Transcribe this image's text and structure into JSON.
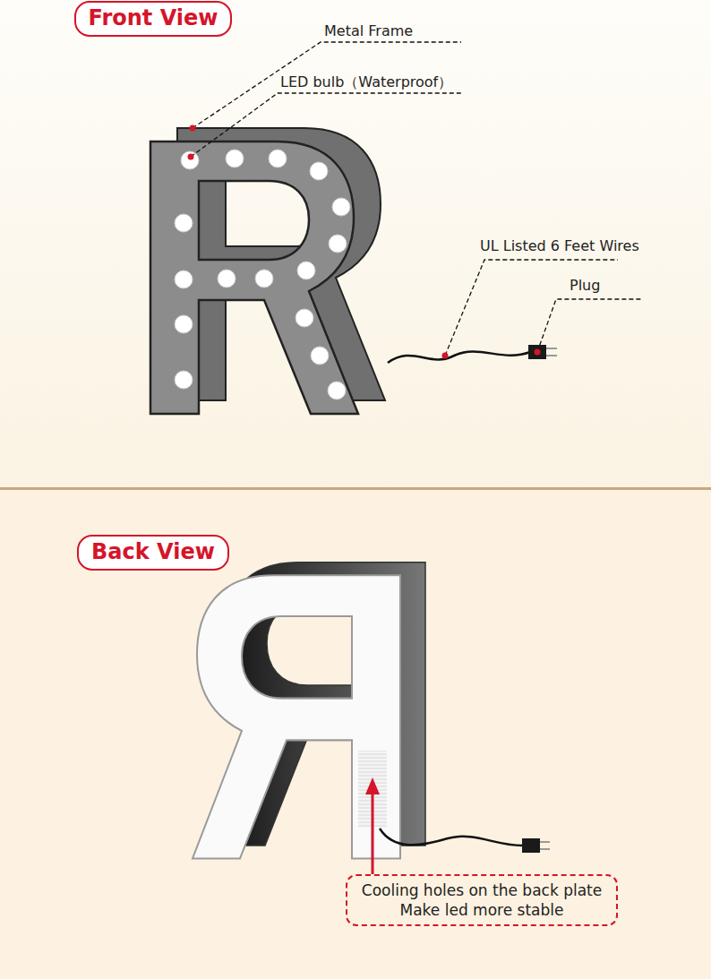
{
  "diagram": {
    "nodes": [
      {
        "text": [
          "Front View"
        ]
      },
      {
        "text": [
          "Back View"
        ]
      },
      {
        "text": [
          "Cooling holes on the back plate",
          "Make led more stable"
        ]
      }
    ],
    "labels": [
      "Metal Frame",
      "LED bulb（Waterproof）",
      "UL Listed 6 Feet Wires",
      "Plug"
    ]
  }
}
